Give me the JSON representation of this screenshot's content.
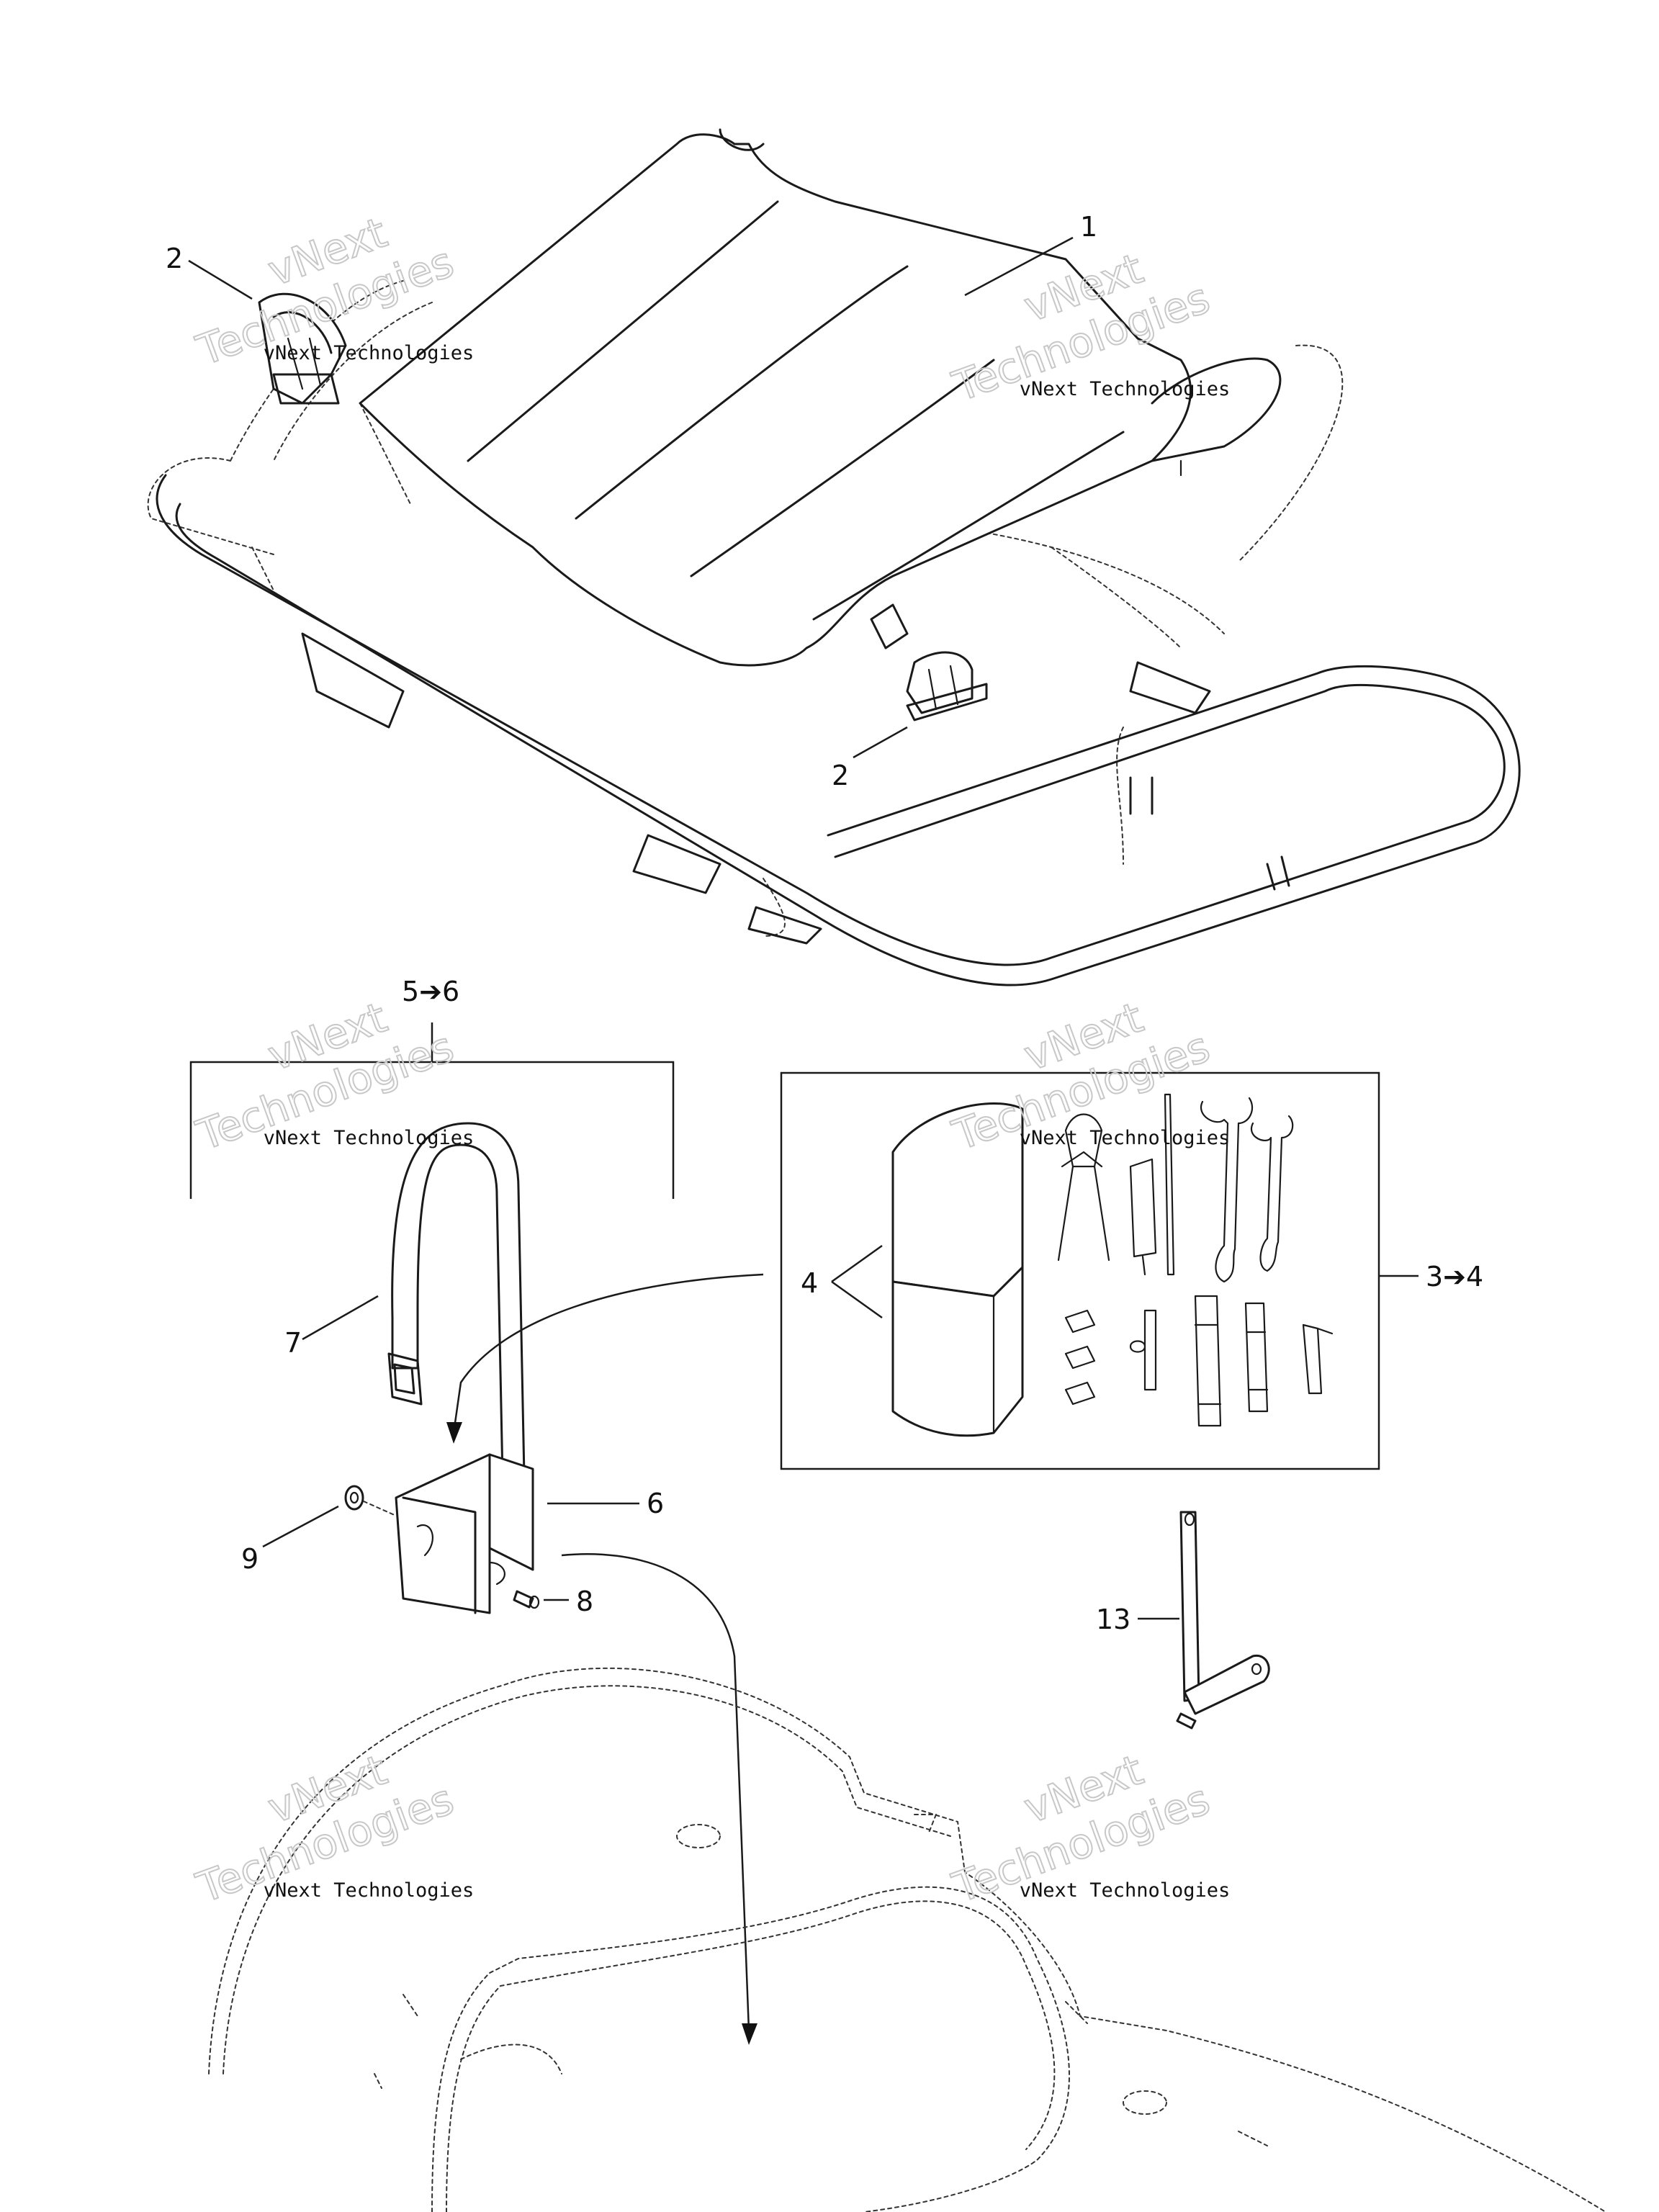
{
  "callouts": {
    "c1": "1",
    "c2a": "2",
    "c2b": "2",
    "c56": "5➔6",
    "c34": "3➔4",
    "c4": "4",
    "c6": "6",
    "c7": "7",
    "c8": "8",
    "c9": "9",
    "c13": "13"
  },
  "watermark": {
    "line1": "vNext Technologies",
    "line2a": "vNext",
    "line2b": "Technologies"
  }
}
